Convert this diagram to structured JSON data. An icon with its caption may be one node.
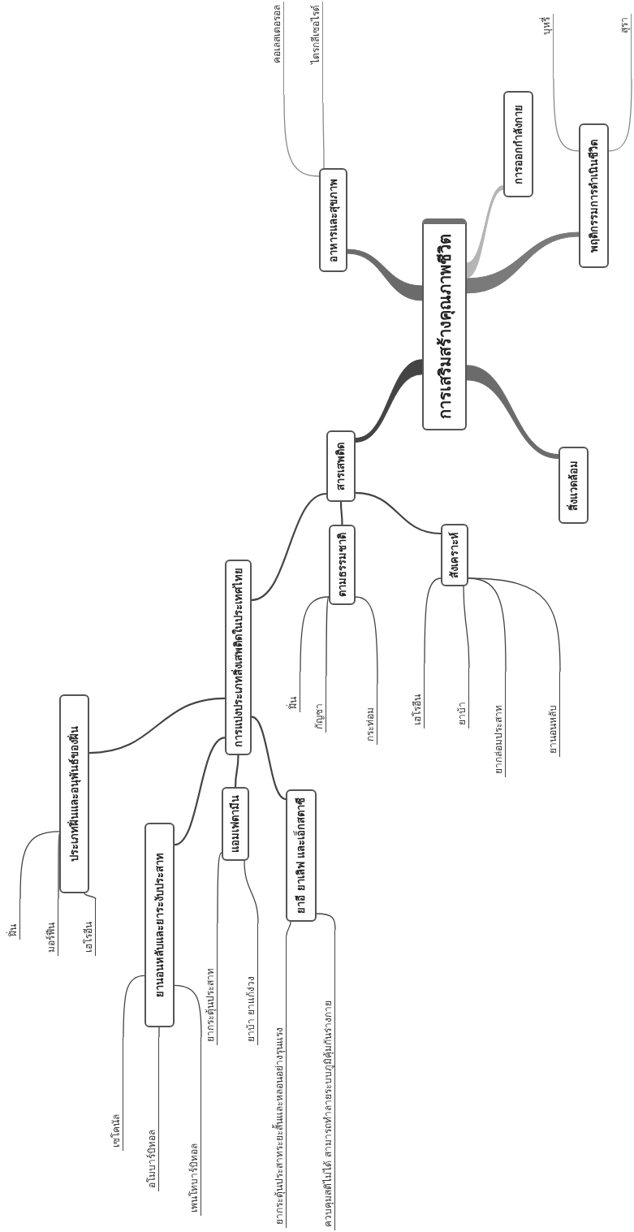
{
  "diagram": {
    "nodes": [
      {
        "text": [
          "การเสริมสร้างคุณภาพชีวิต"
        ]
      },
      {
        "text": [
          "อาหารและสุขภาพ"
        ]
      },
      {
        "text": [
          "คอเลสเตอรอล"
        ]
      },
      {
        "text": [
          "ไตรกลีเซอไรด์"
        ]
      },
      {
        "text": [
          "การออกกำลังกาย"
        ]
      },
      {
        "text": [
          "พฤติกรรมการดำเนินชีวิต"
        ]
      },
      {
        "text": [
          "บุหรี่"
        ]
      },
      {
        "text": [
          "สุรา"
        ]
      },
      {
        "text": [
          "สิ่งแวดล้อม"
        ]
      },
      {
        "text": [
          "สารเสพติด"
        ]
      },
      {
        "text": [
          "ตามธรรมชาติ"
        ]
      },
      {
        "text": [
          "ฝิ่น"
        ]
      },
      {
        "text": [
          "กัญชา"
        ]
      },
      {
        "text": [
          "กระท่อม"
        ]
      },
      {
        "text": [
          "สังเคราะห์"
        ]
      },
      {
        "text": [
          "เฮโรอีน"
        ]
      },
      {
        "text": [
          "ยาบ้า"
        ]
      },
      {
        "text": [
          "ยากล่อมประสาท"
        ]
      },
      {
        "text": [
          "ยานอนหลับ"
        ]
      },
      {
        "text": [
          "การแบ่งประเภทสิ่งเสพติดในประเทศไทย"
        ]
      },
      {
        "text": [
          "ประเภทฝิ่นและอนุพันธ์ของฝิ่น"
        ]
      },
      {
        "text": [
          "ฝิ่น"
        ]
      },
      {
        "text": [
          "มอร์ฟีน"
        ]
      },
      {
        "text": [
          "เฮโรอีน"
        ]
      },
      {
        "text": [
          "ยานอนหลับและยาระงับประสาท"
        ]
      },
      {
        "text": [
          "เซโคนัล"
        ]
      },
      {
        "text": [
          "อโมบาร์บิทอล"
        ]
      },
      {
        "text": [
          "เพนโทบาร์บิทอล"
        ]
      },
      {
        "text": [
          "แอมเฟตามีน"
        ]
      },
      {
        "text": [
          "ยากระตุ้นประสาท"
        ]
      },
      {
        "text": [
          "ยาบ้า ยาแก้ง่วง"
        ]
      },
      {
        "text": [
          "ยาอี ยาเลิฟ และเอ็กสตาซี"
        ]
      },
      {
        "text": [
          "ยากระตุ้นประสาทระยะสั้นและหลอนอย่างรุนแรง"
        ]
      },
      {
        "text": [
          "ควบคุมสติไม่ได้ สามารถทำลายระบบภูมิคุ้มกันร่างกาย"
        ]
      }
    ],
    "edges": [
      {
        "from": 0,
        "to": 1,
        "arrow": "none",
        "style": "thick",
        "color": "#6b6b6b"
      },
      {
        "from": 1,
        "to": 2,
        "arrow": "none",
        "color": "#8a8a8a"
      },
      {
        "from": 1,
        "to": 3,
        "arrow": "none",
        "color": "#8a8a8a"
      },
      {
        "from": 0,
        "to": 4,
        "arrow": "none",
        "style": "thick",
        "color": "#b5b5b5"
      },
      {
        "from": 0,
        "to": 5,
        "arrow": "none",
        "style": "thick",
        "color": "#7a7a7a"
      },
      {
        "from": 5,
        "to": 6,
        "arrow": "none",
        "color": "#8a8a8a"
      },
      {
        "from": 5,
        "to": 7,
        "arrow": "none",
        "color": "#8a8a8a"
      },
      {
        "from": 0,
        "to": 8,
        "arrow": "none",
        "style": "thick",
        "color": "#6b6b6b"
      },
      {
        "from": 0,
        "to": 9,
        "arrow": "none",
        "style": "thick"
      },
      {
        "from": 9,
        "to": 10,
        "arrow": "none"
      },
      {
        "from": 10,
        "to": 11,
        "arrow": "none"
      },
      {
        "from": 10,
        "to": 12,
        "arrow": "none"
      },
      {
        "from": 10,
        "to": 13,
        "arrow": "none"
      },
      {
        "from": 9,
        "to": 14,
        "arrow": "none"
      },
      {
        "from": 14,
        "to": 15,
        "arrow": "none"
      },
      {
        "from": 14,
        "to": 16,
        "arrow": "none"
      },
      {
        "from": 14,
        "to": 17,
        "arrow": "none"
      },
      {
        "from": 14,
        "to": 18,
        "arrow": "none"
      },
      {
        "from": 9,
        "to": 19,
        "arrow": "none"
      },
      {
        "from": 19,
        "to": 20,
        "arrow": "none"
      },
      {
        "from": 20,
        "to": 21,
        "arrow": "none"
      },
      {
        "from": 20,
        "to": 22,
        "arrow": "none"
      },
      {
        "from": 20,
        "to": 23,
        "arrow": "none"
      },
      {
        "from": 19,
        "to": 24,
        "arrow": "none"
      },
      {
        "from": 24,
        "to": 25,
        "arrow": "none"
      },
      {
        "from": 24,
        "to": 26,
        "arrow": "none"
      },
      {
        "from": 24,
        "to": 27,
        "arrow": "none"
      },
      {
        "from": 19,
        "to": 28,
        "arrow": "none"
      },
      {
        "from": 28,
        "to": 29,
        "arrow": "none"
      },
      {
        "from": 28,
        "to": 30,
        "arrow": "none"
      },
      {
        "from": 19,
        "to": 31,
        "arrow": "none"
      },
      {
        "from": 31,
        "to": 32,
        "arrow": "none"
      },
      {
        "from": 31,
        "to": 33,
        "arrow": "none"
      }
    ]
  }
}
